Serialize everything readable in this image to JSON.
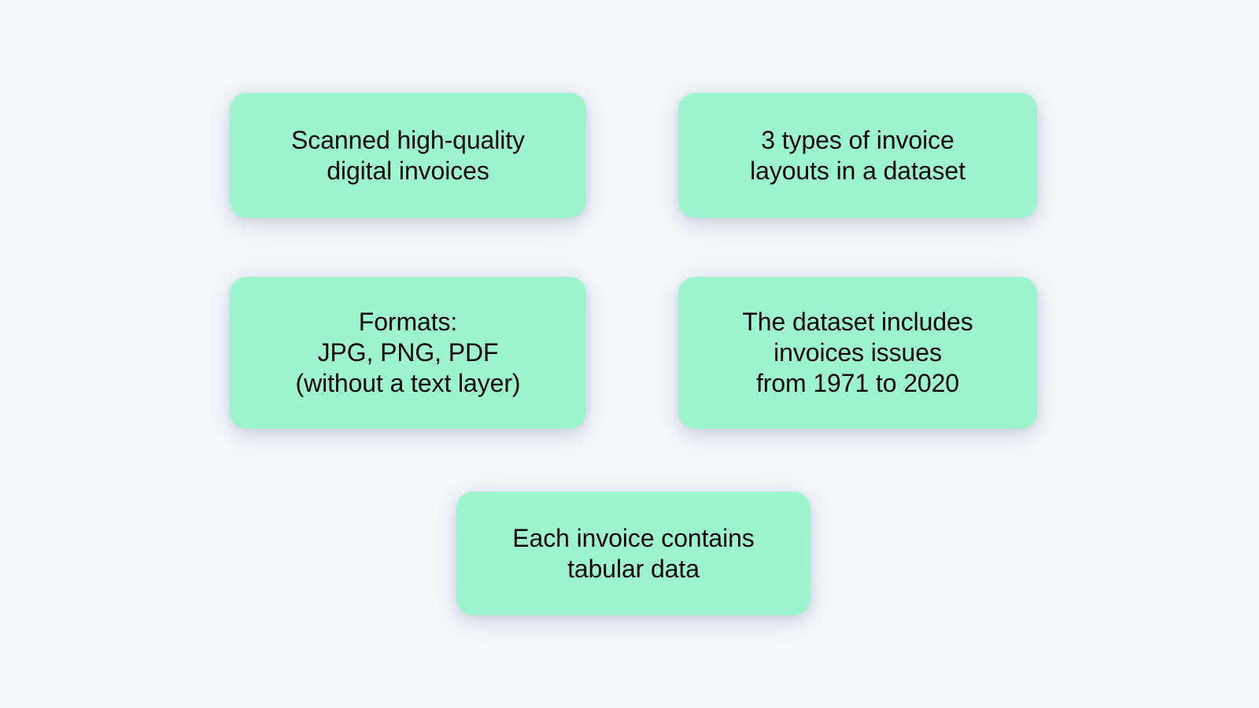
{
  "page": {
    "background_color": "#f5f8fd",
    "card_color": "#9df5ce",
    "text_color": "#050505"
  },
  "cards": [
    {
      "id": "scanned-invoices",
      "text": "Scanned high-quality\ndigital invoices"
    },
    {
      "id": "invoice-layouts",
      "text": "3 types of invoice\nlayouts in a dataset"
    },
    {
      "id": "formats",
      "text": "Formats:\nJPG, PNG, PDF\n(without a text layer)"
    },
    {
      "id": "date-range",
      "text": "The dataset includes\ninvoices issues\nfrom 1971 to 2020"
    },
    {
      "id": "tabular-data",
      "text": "Each invoice contains\ntabular data"
    }
  ]
}
